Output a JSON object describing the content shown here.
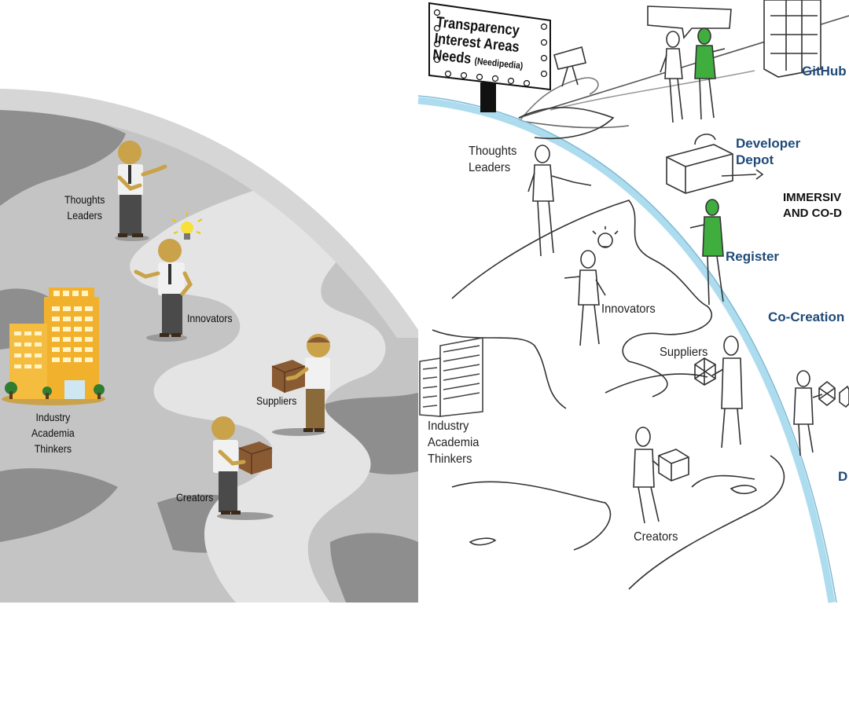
{
  "left_panel": {
    "labels": {
      "thoughts_leaders": "Thoughts\nLeaders",
      "innovators": "Innovators",
      "suppliers": "Suppliers",
      "industry_academia_thinkers": "Industry\nAcademia\nThinkers",
      "creators": "Creators"
    },
    "colors": {
      "globe_base": "#c4c4c4",
      "globe_dark": "#8e8e8e",
      "globe_light": "#e4e4e4",
      "figure_head": "#c9a24a",
      "building": "#f2b12c",
      "box": "#8a5a33",
      "bulb": "#f7e03a"
    }
  },
  "right_panel": {
    "sign": {
      "line1": "Transparency",
      "line2": "Interest Areas",
      "line3": "Needs",
      "line3_small": "(Needipedia)"
    },
    "labels": {
      "thoughts_leaders": "Thoughts\nLeaders",
      "innovators": "Innovators",
      "suppliers": "Suppliers",
      "industry_academia_thinkers": "Industry\nAcademia\nThinkers",
      "creators": "Creators"
    },
    "blue_labels": {
      "github": "GitHub",
      "developer_depot": "Developer\nDepot",
      "register": "Register",
      "co_creation": "Co-Creation",
      "d_truncated": "D"
    },
    "heading": "IMMERSIV\nAND CO-D",
    "colors": {
      "label_blue": "#1f4a78",
      "highlight_green": "#3fae3f",
      "arc_blue": "#aedcef"
    }
  }
}
